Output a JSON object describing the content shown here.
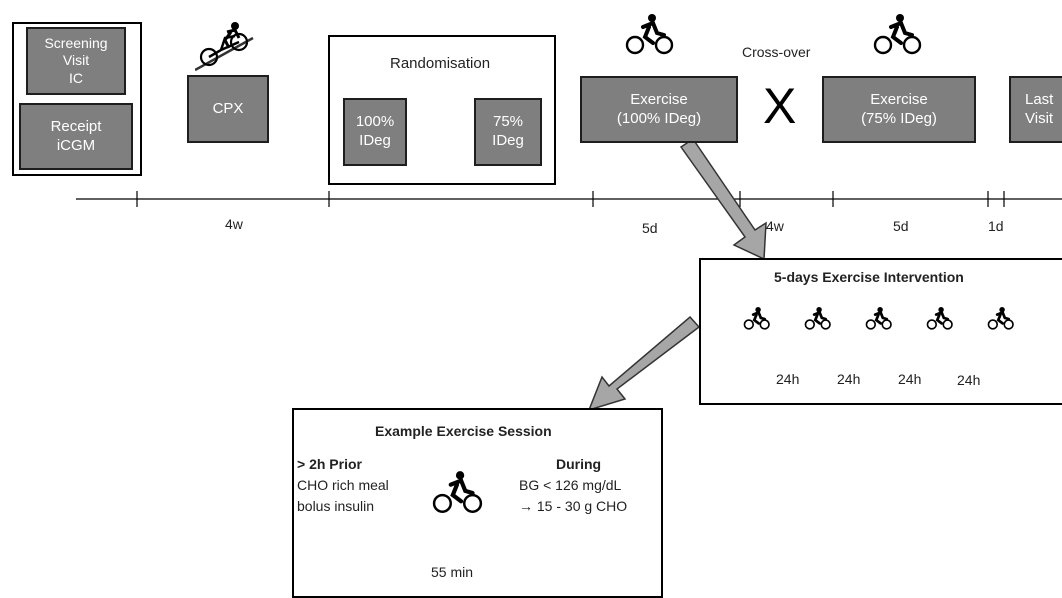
{
  "screening": {
    "line1": "Screening",
    "line2": "Visit",
    "line3": "IC"
  },
  "receipt": {
    "line1": "Receipt",
    "line2": "iCGM"
  },
  "cpx": "CPX",
  "randomisation": {
    "title": "Randomisation",
    "left": {
      "line1": "100%",
      "line2": "IDeg"
    },
    "right": {
      "line1": "75%",
      "line2": "IDeg"
    }
  },
  "exercise1": {
    "line1": "Exercise",
    "line2": "(100% IDeg)"
  },
  "crossover": {
    "label": "Cross-over",
    "mark": "X"
  },
  "exercise2": {
    "line1": "Exercise",
    "line2": "(75% IDeg)"
  },
  "last_visit": {
    "line1": "Last",
    "line2": "Visit"
  },
  "timeline": {
    "d1": "4w",
    "d2": "5d",
    "d3": "4w",
    "d4": "5d",
    "d5": "1d"
  },
  "intervention": {
    "title": "5-days Exercise Intervention",
    "intervals": [
      "24h",
      "24h",
      "24h",
      "24h"
    ]
  },
  "session": {
    "title": "Example Exercise Session",
    "prior_heading": "> 2h Prior",
    "prior_line1": "CHO rich meal",
    "prior_line2": "bolus insulin",
    "during_heading": "During",
    "during_line1": "BG < 126 mg/dL",
    "during_line2": "→ 15 - 30 g CHO",
    "duration": "55 min"
  }
}
